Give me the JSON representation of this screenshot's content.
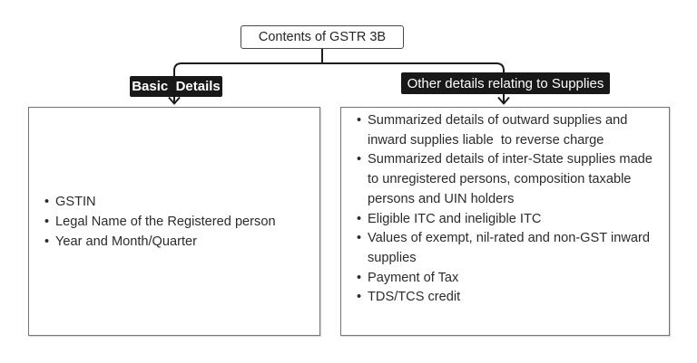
{
  "diagram": {
    "title": "Contents of GSTR 3B",
    "branches": [
      {
        "label": "Basic  Details",
        "items": [
          "GSTIN",
          "Legal Name of the Registered person",
          "Year and Month/Quarter"
        ]
      },
      {
        "label": "Other details relating to Supplies",
        "items": [
          "Summarized details of outward supplies and inward supplies liable  to reverse charge",
          "Summarized details of inter-State supplies made to unregistered persons, composition taxable persons and UIN holders",
          "Eligible ITC and ineligible ITC",
          "Values of exempt, nil-rated and non-GST inward supplies",
          "Payment of Tax",
          "TDS/TCS credit"
        ]
      }
    ],
    "colors": {
      "background": "#ffffff",
      "connector_line": "#1c1c1c",
      "label_background": "#181818",
      "label_text": "#ffffff",
      "box_border": "#757575",
      "title_border": "#4a4a4a",
      "body_text": "#2b2b2b"
    }
  }
}
